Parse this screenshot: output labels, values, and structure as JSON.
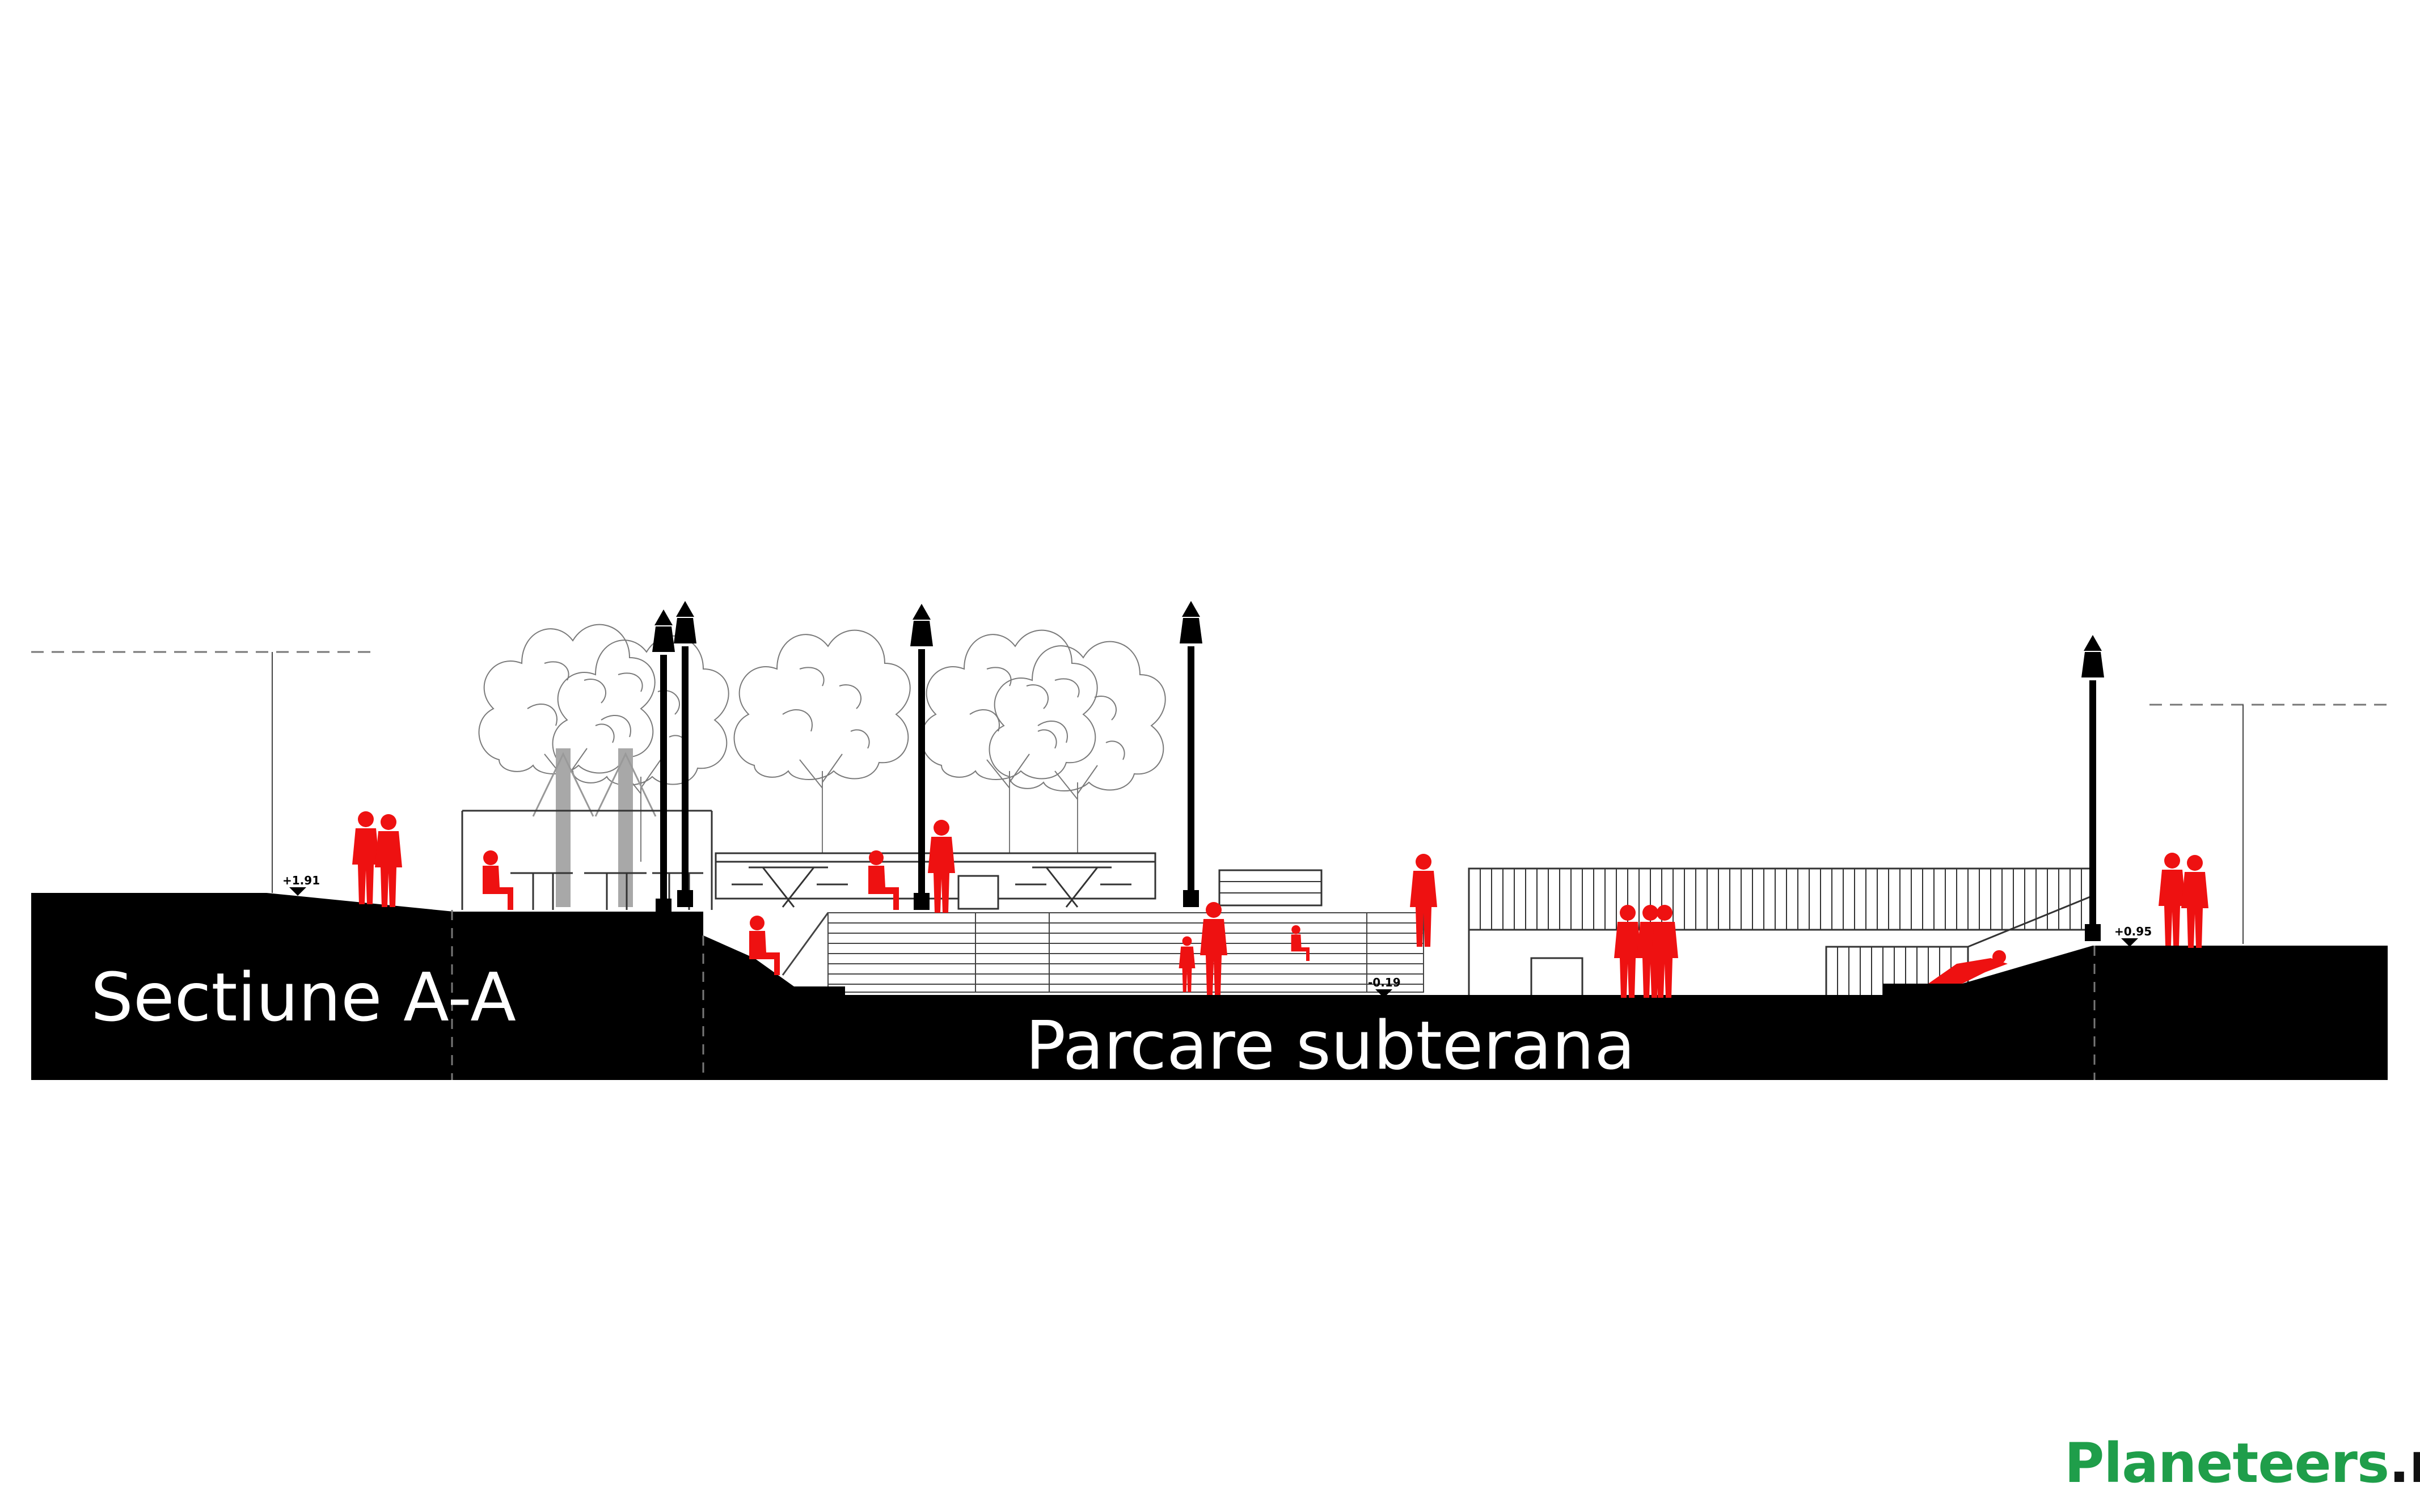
{
  "section_title": "Sectiune A-A",
  "parking_label": "Parcare subterana",
  "elevations": {
    "left": "+1.91",
    "center": "-0.19",
    "right": "+0.95"
  },
  "brand": {
    "name": "Planeteers",
    "suffix": ".ro",
    "name_color": "#1f9e4a",
    "suffix_color": "#111111"
  },
  "colors": {
    "ground": "#000000",
    "people": "#ee1111",
    "lines": "#333333"
  },
  "icons": [
    "street-lamp-icon",
    "tree-outline-icon",
    "person-silhouette-icon",
    "elevation-marker-icon"
  ]
}
